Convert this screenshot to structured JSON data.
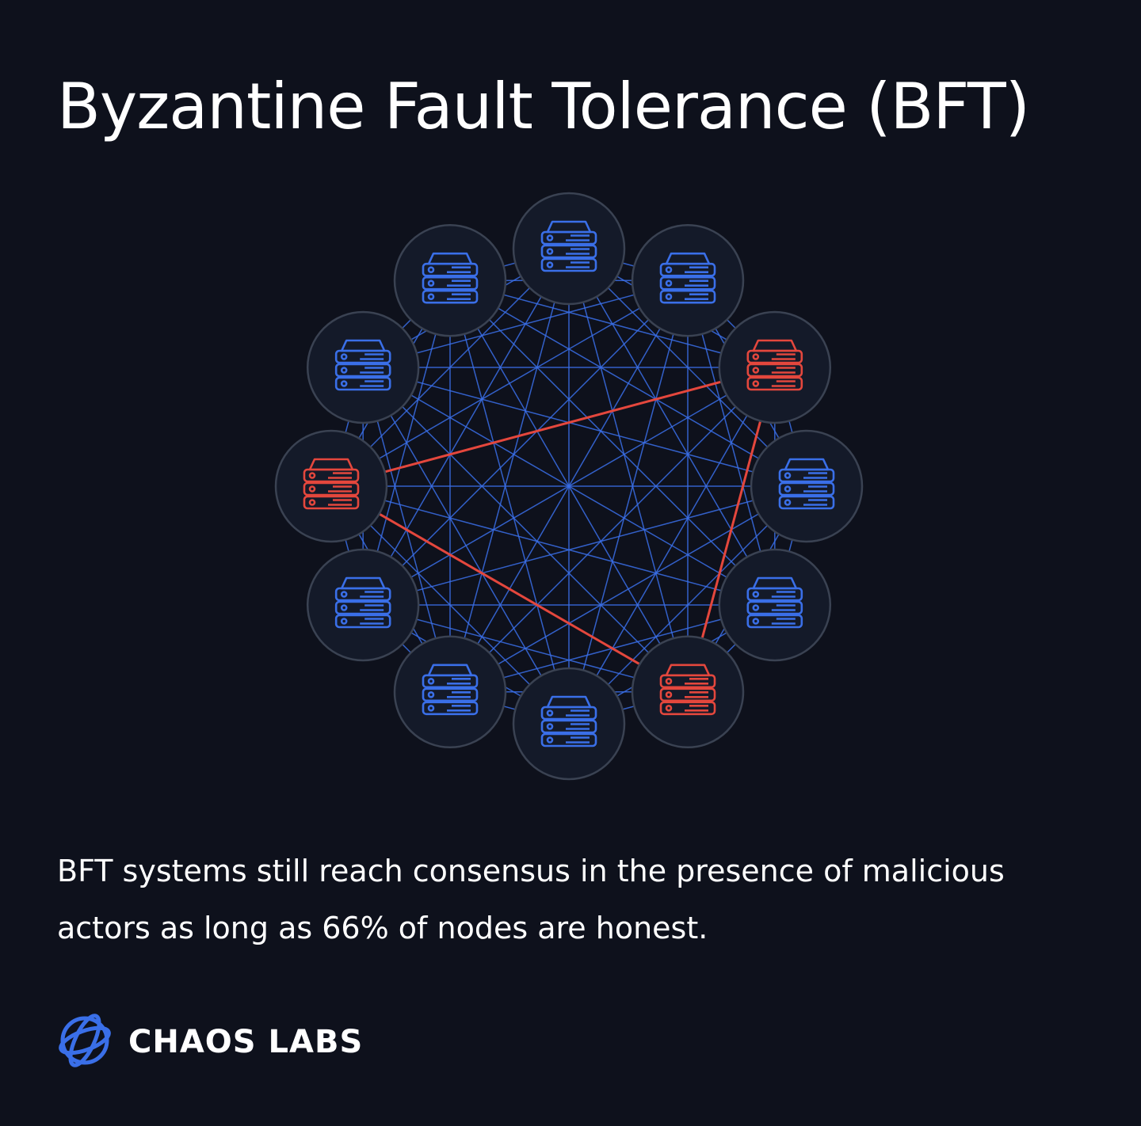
{
  "title": "Byzantine Fault Tolerance (BFT)",
  "caption": "BFT systems still reach consensus in the presence of malicious actors as long as 66% of nodes are honest.",
  "brand": {
    "name": "CHAOS LABS",
    "icon": "orbit-logo-icon"
  },
  "colors": {
    "background": "#0e111c",
    "honest": "#3a6fe8",
    "malicious": "#e4473d",
    "node_fill": "#141a29",
    "node_ring": "#3a4252"
  },
  "nodes": [
    {
      "id": 0,
      "status": "honest"
    },
    {
      "id": 1,
      "status": "honest"
    },
    {
      "id": 2,
      "status": "malicious"
    },
    {
      "id": 3,
      "status": "honest"
    },
    {
      "id": 4,
      "status": "honest"
    },
    {
      "id": 5,
      "status": "malicious"
    },
    {
      "id": 6,
      "status": "honest"
    },
    {
      "id": 7,
      "status": "honest"
    },
    {
      "id": 8,
      "status": "honest"
    },
    {
      "id": 9,
      "status": "malicious"
    },
    {
      "id": 10,
      "status": "honest"
    },
    {
      "id": 11,
      "status": "honest"
    }
  ],
  "malicious_links": [
    [
      2,
      9
    ],
    [
      9,
      5
    ],
    [
      5,
      2
    ]
  ]
}
